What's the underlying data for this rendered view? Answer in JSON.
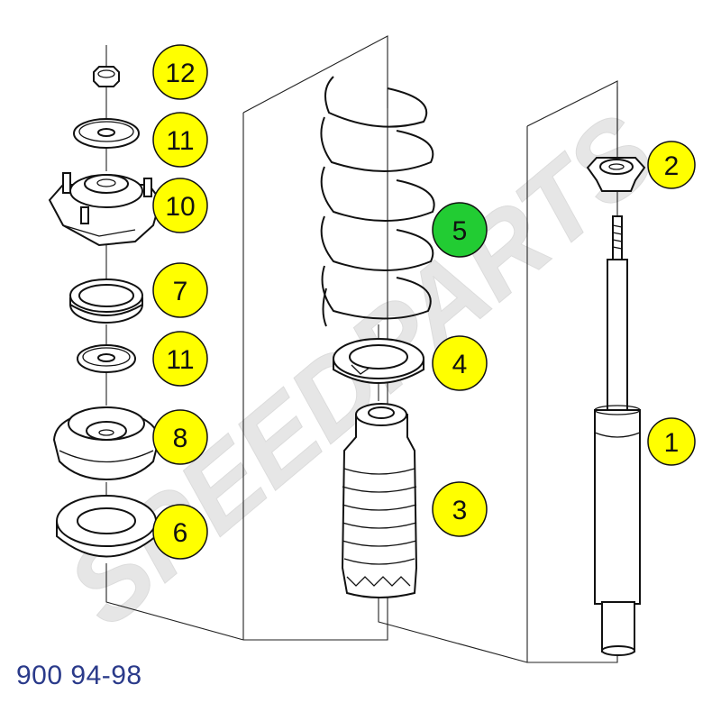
{
  "caption": "900 94-98",
  "watermark": "SPEEDPARTS",
  "colors": {
    "callout_default": "#ffff00",
    "callout_highlight": "#22cc33",
    "caption": "#2a3a8a",
    "line": "#111111",
    "watermark": "#e6e6e6"
  },
  "callouts": [
    {
      "label": "12",
      "highlight": false
    },
    {
      "label": "11",
      "highlight": false
    },
    {
      "label": "10",
      "highlight": false
    },
    {
      "label": "7",
      "highlight": false
    },
    {
      "label": "11",
      "highlight": false
    },
    {
      "label": "8",
      "highlight": false
    },
    {
      "label": "6",
      "highlight": false
    },
    {
      "label": "5",
      "highlight": true
    },
    {
      "label": "4",
      "highlight": false
    },
    {
      "label": "3",
      "highlight": false
    },
    {
      "label": "2",
      "highlight": false
    },
    {
      "label": "1",
      "highlight": false
    }
  ]
}
